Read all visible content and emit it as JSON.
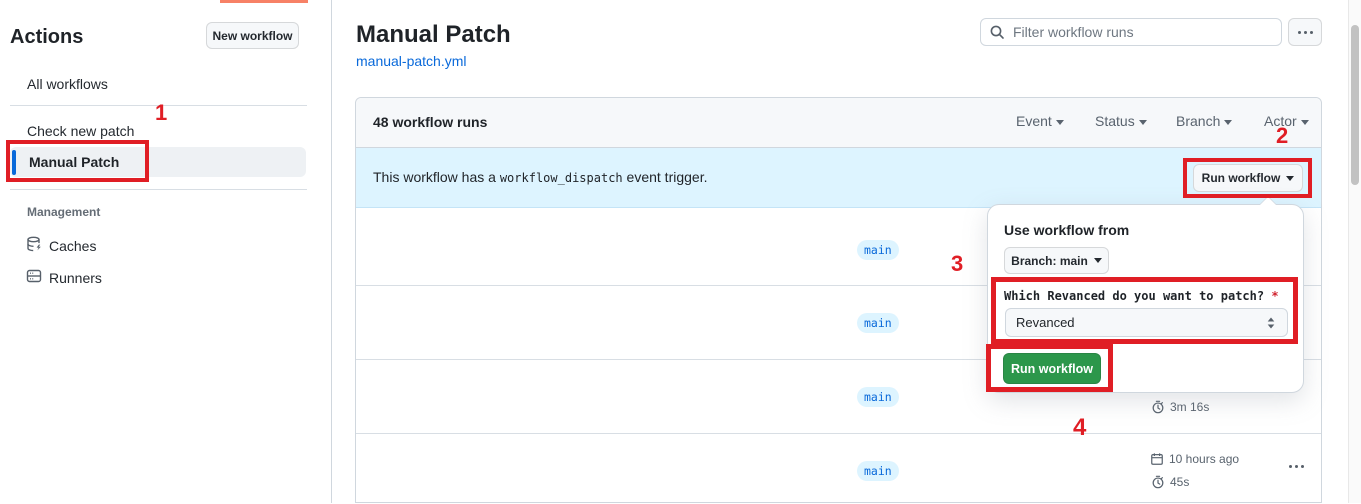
{
  "colors": {
    "annotation_red": "#e01e25",
    "accent_blue": "#0969da",
    "notice_bg": "#ddf4ff",
    "green_button": "#2c974b",
    "subtle_bg": "#f6f8fa",
    "border": "#d0d7de",
    "orange_tab_bar": "#f78166"
  },
  "sidebar": {
    "title": "Actions",
    "new_workflow_button": "New workflow",
    "items": [
      {
        "label": "All workflows"
      },
      {
        "label": "Check new patch"
      },
      {
        "label": "Manual Patch",
        "active": true
      }
    ],
    "management": {
      "label": "Management",
      "items": [
        {
          "label": "Caches",
          "icon": "cache-icon"
        },
        {
          "label": "Runners",
          "icon": "runners-icon"
        }
      ]
    }
  },
  "header": {
    "title": "Manual Patch",
    "file_link": "manual-patch.yml",
    "search": {
      "placeholder": "Filter workflow runs",
      "icon": "search-icon"
    },
    "more_button_icon": "kebab-icon"
  },
  "card": {
    "count_label": "48 workflow runs",
    "filters": [
      {
        "label": "Event"
      },
      {
        "label": "Status"
      },
      {
        "label": "Branch"
      },
      {
        "label": "Actor"
      }
    ],
    "notice": {
      "text_before": "This workflow has a ",
      "code": "workflow_dispatch",
      "text_after": " event trigger.",
      "run_workflow_button": "Run workflow"
    },
    "rows": [
      {
        "branch": "main"
      },
      {
        "branch": "main"
      },
      {
        "branch": "main",
        "duration": "3m 16s"
      },
      {
        "branch": "main",
        "date": "10 hours ago",
        "duration": "45s"
      }
    ]
  },
  "dropdown": {
    "title": "Use workflow from",
    "branch_button": "Branch: main",
    "input_label": "Which Revanced do you want to patch?",
    "required_mark": "*",
    "select_value": "Revanced",
    "run_button": "Run workflow"
  },
  "annotations": {
    "n1": "1",
    "n2": "2",
    "n3": "3",
    "n4": "4"
  }
}
